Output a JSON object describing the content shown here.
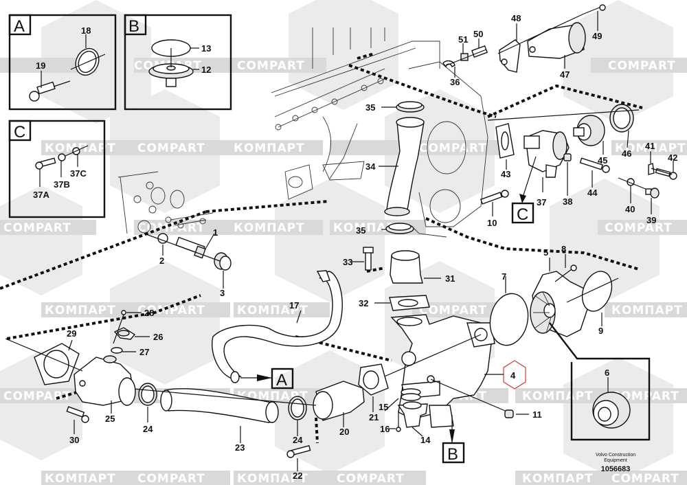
{
  "diagram": {
    "type": "exploded-parts-diagram",
    "publisher": "Volvo Construction Equipment",
    "publisher_lines": [
      "Volvo Construction",
      "Equipment"
    ],
    "drawing_number": "1056683",
    "watermarks": [
      "COMPART",
      "КОМПАРТ"
    ],
    "highlight_color": "#d43a3a",
    "highlighted_part": "4",
    "detail_boxes": [
      {
        "letter": "A",
        "parts": [
          "18",
          "19"
        ]
      },
      {
        "letter": "B",
        "parts": [
          "13",
          "12"
        ]
      },
      {
        "letter": "C",
        "parts": [
          "37A",
          "37B",
          "37C"
        ]
      }
    ],
    "callout_boxes": [
      "A",
      "B",
      "C"
    ],
    "part_labels": {
      "p1": "1",
      "p2": "2",
      "p3": "3",
      "p4": "4",
      "p5": "5",
      "p6": "6",
      "p7": "7",
      "p8": "8",
      "p9": "9",
      "p10": "10",
      "p11": "11",
      "p12": "12",
      "p13": "13",
      "p14": "14",
      "p15": "15",
      "p16": "16",
      "p17": "17",
      "p18": "18",
      "p19": "19",
      "p20": "20",
      "p21": "21",
      "p22": "22",
      "p23": "23",
      "p24a": "24",
      "p24b": "24",
      "p25": "25",
      "p26": "26",
      "p27": "27",
      "p28": "28",
      "p29": "29",
      "p30": "30",
      "p31": "31",
      "p32": "32",
      "p33": "33",
      "p34": "34",
      "p35a": "35",
      "p35b": "35",
      "p36": "36",
      "p37": "37",
      "p37A": "37A",
      "p37B": "37B",
      "p37C": "37C",
      "p38": "38",
      "p39": "39",
      "p40": "40",
      "p41": "41",
      "p42": "42",
      "p43": "43",
      "p44": "44",
      "p45": "45",
      "p46": "46",
      "p47": "47",
      "p48": "48",
      "p49": "49",
      "p50": "50",
      "p51": "51"
    }
  }
}
